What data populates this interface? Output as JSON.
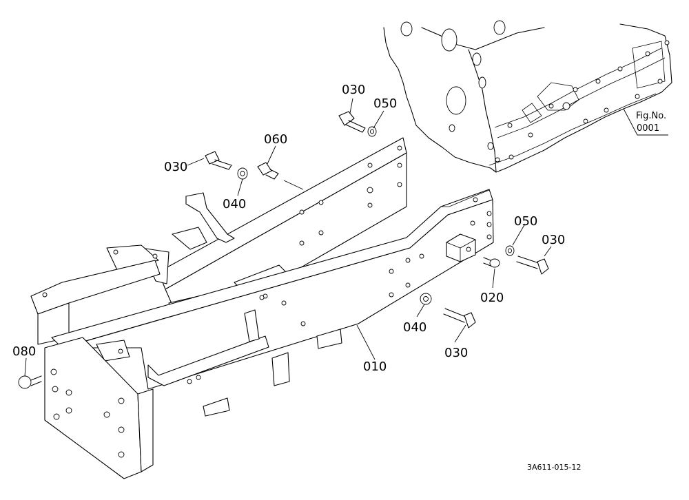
{
  "callouts": {
    "c030_top": "030",
    "c050_top": "050",
    "c060": "060",
    "c030_left": "030",
    "c040_left": "040",
    "c050_right": "050",
    "c030_right": "030",
    "c020": "020",
    "c040_right": "040",
    "c030_bottom": "030",
    "c010": "010",
    "c080": "080"
  },
  "fig_ref": {
    "label": "Fig.No.",
    "number": "0001"
  },
  "drawing_code": "3A611-015-12"
}
